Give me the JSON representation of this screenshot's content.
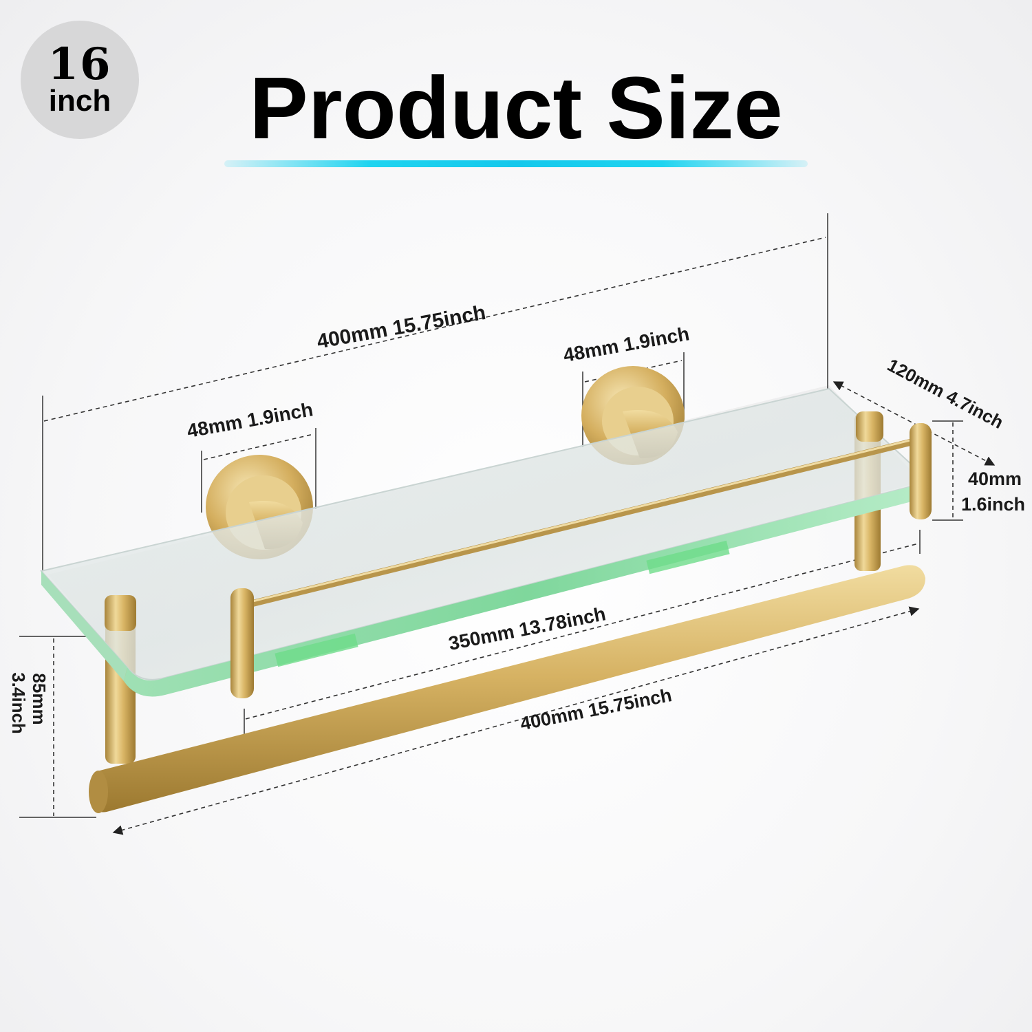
{
  "badge": {
    "number": "16",
    "unit": "inch"
  },
  "title": "Product Size",
  "dimensions": {
    "shelf_length": "400mm 15.75inch",
    "bracket_left": "48mm 1.9inch",
    "bracket_right": "48mm 1.9inch",
    "shelf_depth": "120mm 4.7inch",
    "rail_height_mm": "40mm",
    "rail_height_inch": "1.6inch",
    "inner_length": "350mm 13.78inch",
    "bar_length": "400mm 15.75inch",
    "total_height_mm": "85mm",
    "total_height_inch": "3.4inch"
  },
  "colors": {
    "gold": "#c9a34e",
    "glass": "#bfe8cf",
    "accent": "#1fd4f0"
  }
}
